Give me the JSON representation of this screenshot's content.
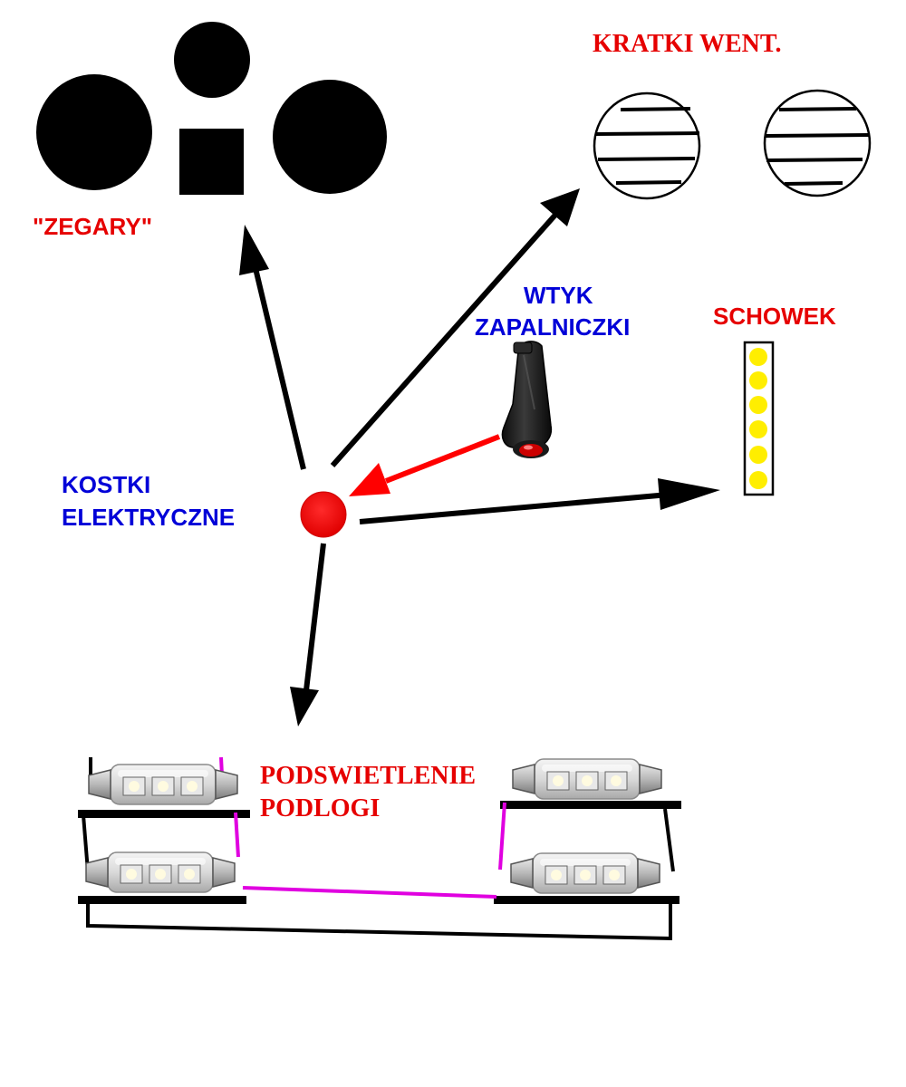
{
  "labels": {
    "zegary": "\"ZEGARY\"",
    "kratki": "KRATKI WENT.",
    "wtyk_line1": "WTYK",
    "wtyk_line2": "ZAPALNICZKI",
    "schowek": "SCHOWEK",
    "kostki_line1": "KOSTKI",
    "kostki_line2": "ELEKTRYCZNE",
    "podswietlenie_line1": "PODSWIETLENIE",
    "podswietlenie_line2": "PODLOGI"
  },
  "colors": {
    "label_red": "#e60000",
    "label_blue": "#0000d8",
    "hub": "#ff0000",
    "arrow": "#000000",
    "lighter_arrow": "#ff0000",
    "floor_wire": "#e000e0",
    "glovebox_led": "#ffee00"
  },
  "icons": {
    "hub": "junction-dot-icon",
    "lighter": "cigarette-lighter-plug-icon",
    "vent": "vent-grille-icon",
    "bulb": "festoon-led-bulb-icon"
  },
  "glovebox_led_count": 6
}
